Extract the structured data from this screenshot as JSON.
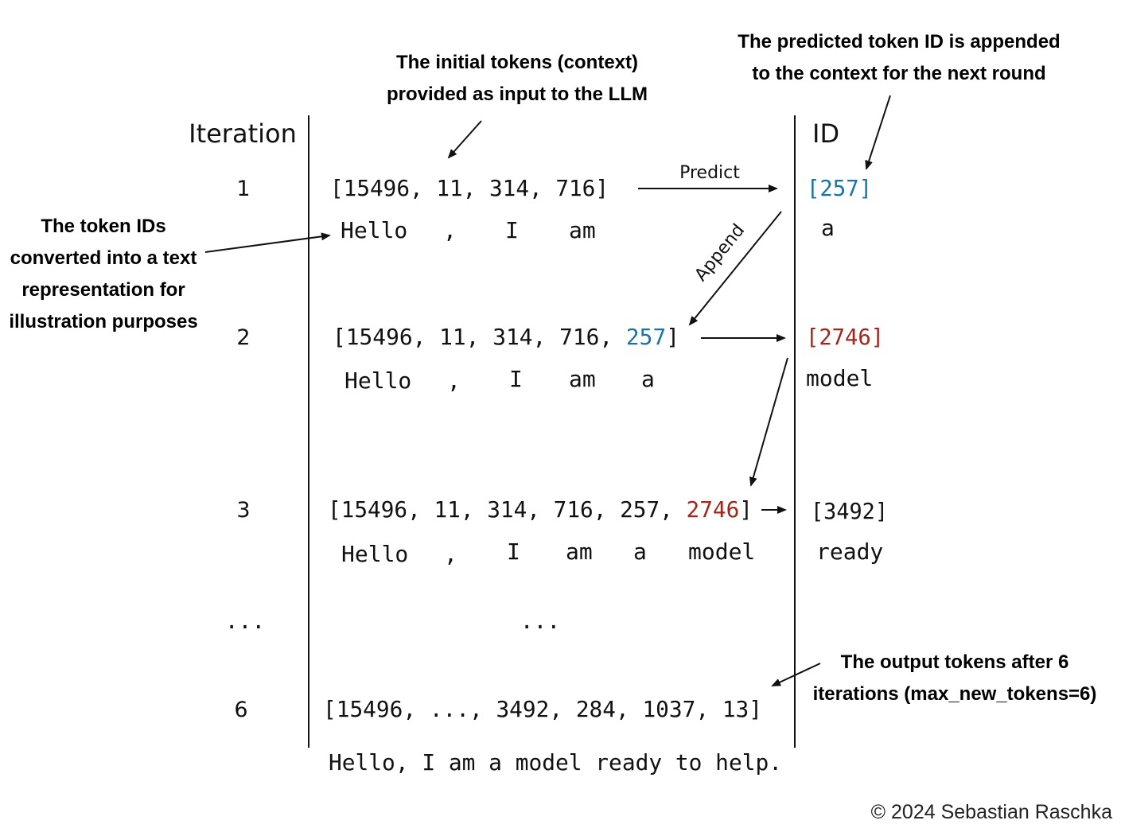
{
  "annotations": {
    "initial_tokens": [
      "The initial tokens (context)",
      "provided as input to the LLM"
    ],
    "predicted_appended": [
      "The predicted token ID is appended",
      "to the context for the next round"
    ],
    "token_text": [
      "The token IDs",
      "converted into a text",
      "representation for",
      "illustration purposes"
    ],
    "output_tokens": [
      "The output tokens after 6",
      "iterations (max_new_tokens=6)"
    ]
  },
  "headers": {
    "iteration": "Iteration",
    "id": "ID"
  },
  "edge_labels": {
    "predict": "Predict",
    "append": "Append"
  },
  "rows": {
    "r1": {
      "iteration": "1",
      "ids": "[15496, 11, 314, 716]",
      "words": [
        "Hello",
        ",",
        "I",
        "am"
      ],
      "pred_id": "[257]",
      "pred_word": "a"
    },
    "r2": {
      "iteration": "2",
      "ids_prefix": "[15496, 11, 314, 716, ",
      "ids_new": "257",
      "ids_suffix": "]",
      "words": [
        "Hello",
        ",",
        "I",
        "am",
        "a"
      ],
      "pred_id": "[2746]",
      "pred_word": "model"
    },
    "r3": {
      "iteration": "3",
      "ids_prefix": "[15496, 11, 314, 716, 257, ",
      "ids_new": "2746",
      "ids_suffix": "]",
      "words": [
        "Hello",
        ",",
        "I",
        "am",
        "a",
        "model"
      ],
      "pred_id": "[3492]",
      "pred_word": "ready"
    },
    "ellipsis": {
      "iteration": "...",
      "ids": "..."
    },
    "r6": {
      "iteration": "6",
      "ids": "[15496, ..., 3492, 284, 1037, 13]",
      "sentence": "Hello, I am a model ready to help."
    }
  },
  "colors": {
    "highlight_blue": "#1a73a8",
    "highlight_red": "#a3261a"
  },
  "copyright": "© 2024 Sebastian Raschka"
}
